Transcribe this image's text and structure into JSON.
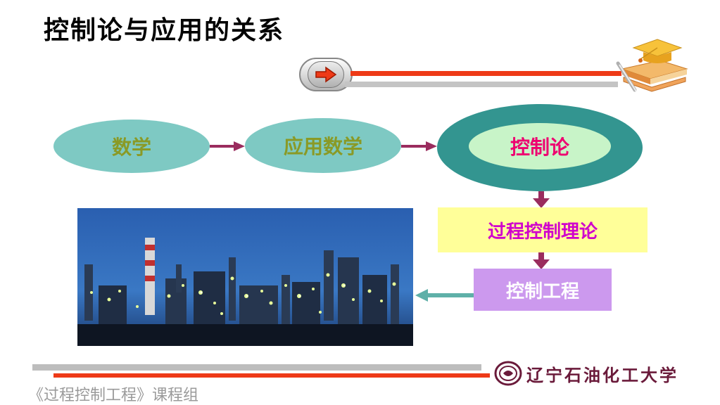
{
  "slide": {
    "title": "控制论与应用的关系",
    "footer_text": "《过程控制工程》课程组",
    "university_name": "辽宁石油化工大学"
  },
  "diagram": {
    "nodes": {
      "math": "数学",
      "applied_math": "应用数学",
      "control_theory": "控制论",
      "process_control_theory": "过程控制理论",
      "control_engineering": "控制工程"
    },
    "colors": {
      "ellipse_light": "#7ec9c3",
      "ellipse_dark": "#339590",
      "arrow": "#9a2c5e",
      "arrow_teal": "#5fb0a8",
      "accent_red": "#ee3a17"
    }
  },
  "icons": {
    "nav": "arrow-right-icon",
    "decor": "graduation-cap-icon",
    "logo": "university-seal-icon"
  }
}
